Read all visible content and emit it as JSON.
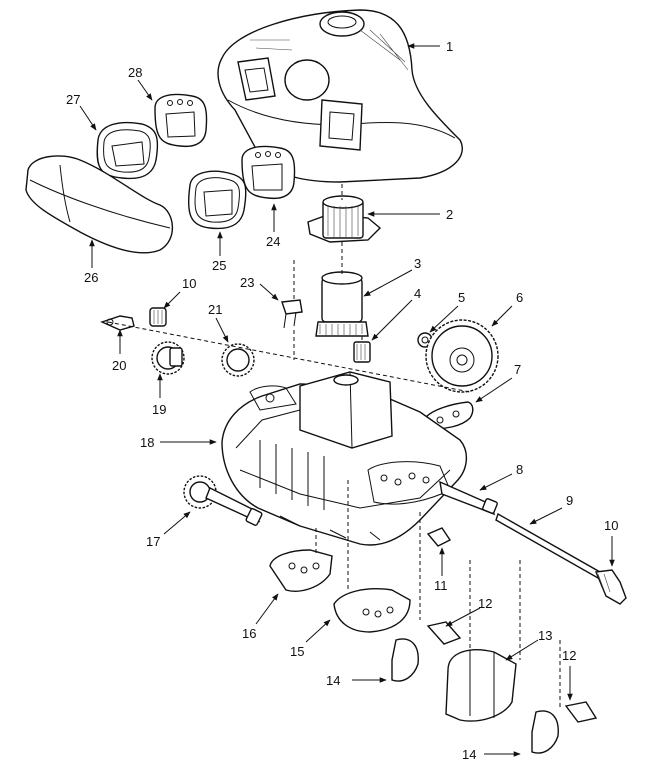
{
  "diagram": {
    "callouts": [
      {
        "id": "c1",
        "label": "1"
      },
      {
        "id": "c2",
        "label": "2"
      },
      {
        "id": "c3",
        "label": "3"
      },
      {
        "id": "c4",
        "label": "4"
      },
      {
        "id": "c5",
        "label": "5"
      },
      {
        "id": "c6",
        "label": "6"
      },
      {
        "id": "c7",
        "label": "7"
      },
      {
        "id": "c8",
        "label": "8"
      },
      {
        "id": "c9",
        "label": "9"
      },
      {
        "id": "c10a",
        "label": "10"
      },
      {
        "id": "c10b",
        "label": "10"
      },
      {
        "id": "c11",
        "label": "11"
      },
      {
        "id": "c12a",
        "label": "12"
      },
      {
        "id": "c12b",
        "label": "12"
      },
      {
        "id": "c13",
        "label": "13"
      },
      {
        "id": "c14a",
        "label": "14"
      },
      {
        "id": "c14b",
        "label": "14"
      },
      {
        "id": "c15",
        "label": "15"
      },
      {
        "id": "c16",
        "label": "16"
      },
      {
        "id": "c17",
        "label": "17"
      },
      {
        "id": "c18",
        "label": "18"
      },
      {
        "id": "c19",
        "label": "19"
      },
      {
        "id": "c20",
        "label": "20"
      },
      {
        "id": "c21",
        "label": "21"
      },
      {
        "id": "c23",
        "label": "23"
      },
      {
        "id": "c24",
        "label": "24"
      },
      {
        "id": "c25",
        "label": "25"
      },
      {
        "id": "c26",
        "label": "26"
      },
      {
        "id": "c27",
        "label": "27"
      },
      {
        "id": "c28",
        "label": "28"
      }
    ]
  }
}
